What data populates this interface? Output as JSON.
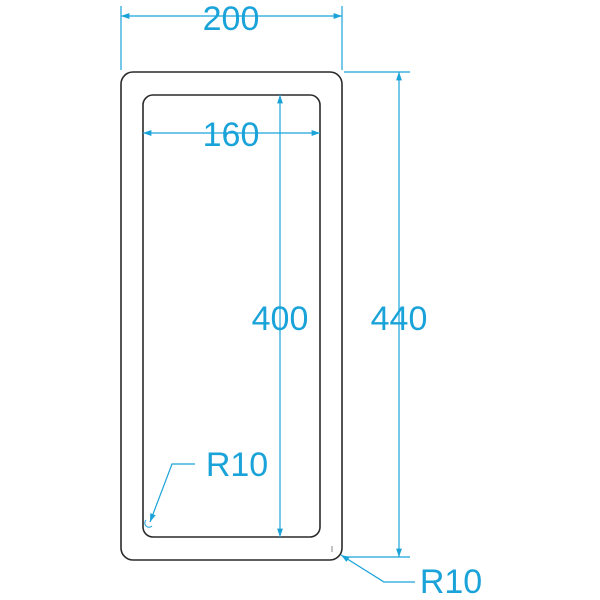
{
  "colors": {
    "dimension": "#1aa3d9",
    "outline": "#2a2a2a",
    "background": "#ffffff"
  },
  "dimensions": {
    "outer_width": "200",
    "inner_width": "160",
    "inner_height": "400",
    "outer_height": "440",
    "inner_radius": "R10",
    "outer_radius": "R10"
  }
}
